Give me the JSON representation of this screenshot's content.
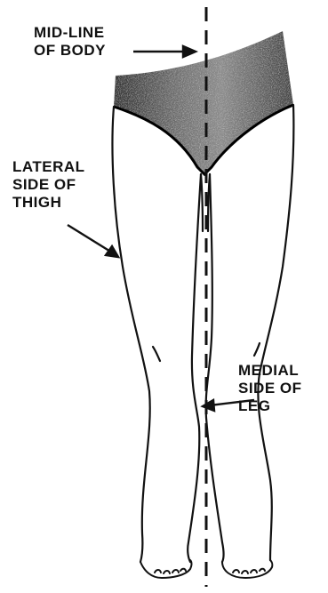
{
  "labels": {
    "midline": [
      "MID-LINE",
      "OF BODY"
    ],
    "lateral": [
      "LATERAL",
      "SIDE OF",
      "THIGH"
    ],
    "medial": [
      "MEDIAL",
      "SIDE OF",
      "LEG"
    ]
  }
}
